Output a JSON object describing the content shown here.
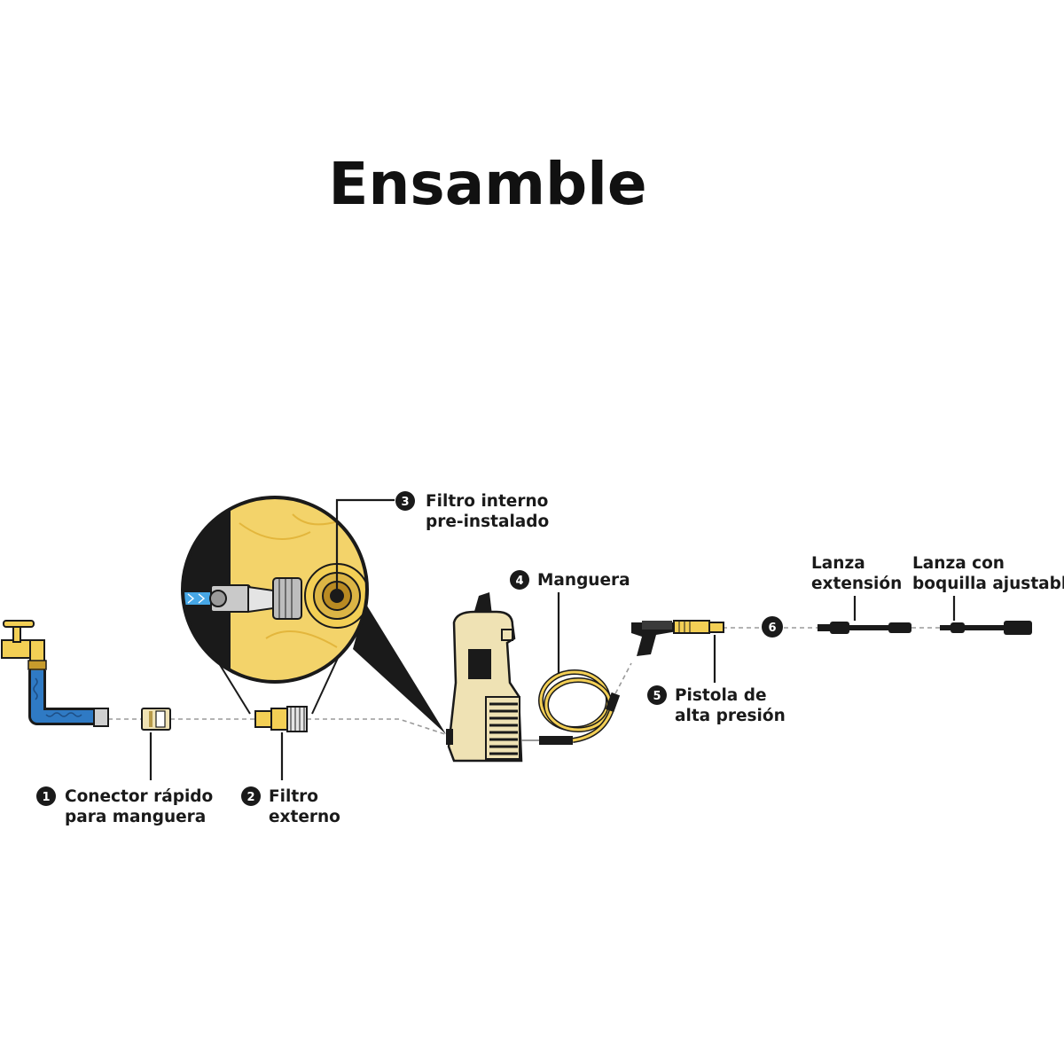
{
  "title": "Ensamble",
  "steps": [
    {
      "number": "1",
      "line1": "Conector rápido",
      "line2": "para manguera"
    },
    {
      "number": "2",
      "line1": "Filtro",
      "line2": "externo"
    },
    {
      "number": "3",
      "line1": "Filtro interno",
      "line2": "pre-instalado"
    },
    {
      "number": "4",
      "line1": "Manguera",
      "line2": ""
    },
    {
      "number": "5",
      "line1": "Pistola de",
      "line2": "alta presión"
    },
    {
      "number": "6",
      "line1": "",
      "line2": ""
    }
  ],
  "lances": [
    {
      "line1": "Lanza",
      "line2": "extensión"
    },
    {
      "line1": "Lanza con",
      "line2": "boquilla ajustable"
    }
  ],
  "colors": {
    "yellow": "#f3cf55",
    "pale_yellow": "#efe2b4",
    "water_blue": "#2f7ac4",
    "ink": "#1a1a1a",
    "dash": "#9a9a9a"
  }
}
